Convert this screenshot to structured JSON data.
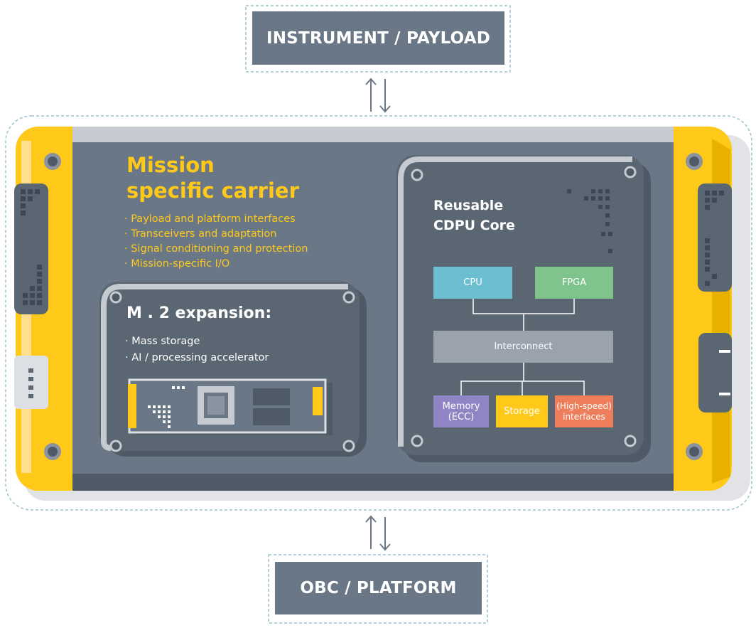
{
  "terminals": {
    "top": "INSTRUMENT / PAYLOAD",
    "bottom": "OBC / PLATFORM"
  },
  "carrier": {
    "title_line1": "Mission",
    "title_line2": "specific carrier",
    "bullets": [
      "· Payload and platform interfaces",
      "· Transceivers and adaptation",
      "· Signal conditioning and protection",
      "· Mission-specific I/O"
    ]
  },
  "m2": {
    "title": "M . 2 expansion:",
    "bullets": [
      "· Mass storage",
      "· AI / processing accelerator"
    ]
  },
  "core": {
    "title_line1": "Reusable",
    "title_line2": "CDPU Core",
    "blocks": {
      "cpu": "CPU",
      "fpga": "FPGA",
      "interconnect": "Interconnect",
      "memory_line1": "Memory",
      "memory_line2": "(ECC)",
      "storage": "Storage",
      "hs_line1": "(High-speed)",
      "hs_line2": "interfaces"
    }
  },
  "colors": {
    "yellow": "#ffc91a",
    "board": "#6a7786",
    "terminal_bg": "#6a7786",
    "cpu": "#6bbfd1",
    "fpga": "#7ec48c",
    "interconnect": "#99a2ad",
    "memory": "#8f85c5",
    "storage": "#ffc91a",
    "high_speed": "#ee7e5b"
  }
}
